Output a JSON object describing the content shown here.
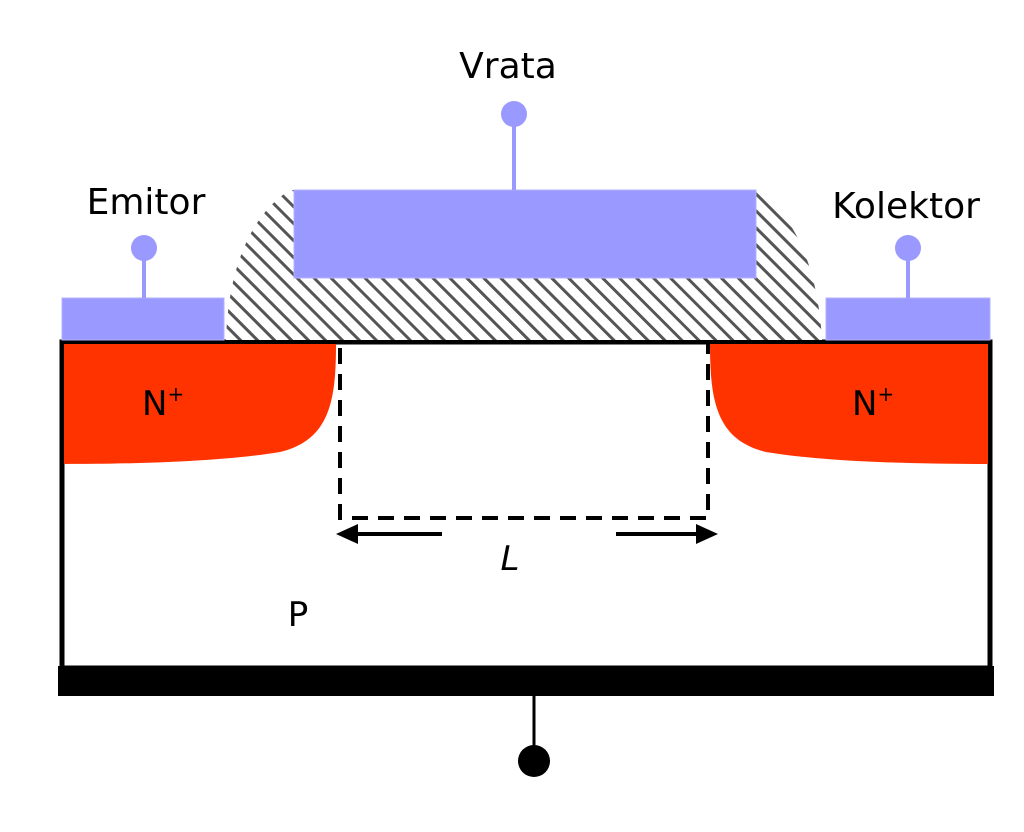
{
  "labels": {
    "gate": "Vrata",
    "source": "Emitor",
    "drain": "Kolektor",
    "source_region": "N",
    "source_region_sup": "+",
    "drain_region": "N",
    "drain_region_sup": "+",
    "channel_length": "L",
    "substrate": "P"
  },
  "colors": {
    "metal": "#9999ff",
    "doped_region": "#ff3300",
    "outline": "#000000",
    "oxide_hatch": "#555555",
    "background": "#ffffff"
  },
  "icons": {
    "terminal": "terminal-dot-icon",
    "arrow_left": "arrow-left-icon",
    "arrow_right": "arrow-right-icon"
  }
}
